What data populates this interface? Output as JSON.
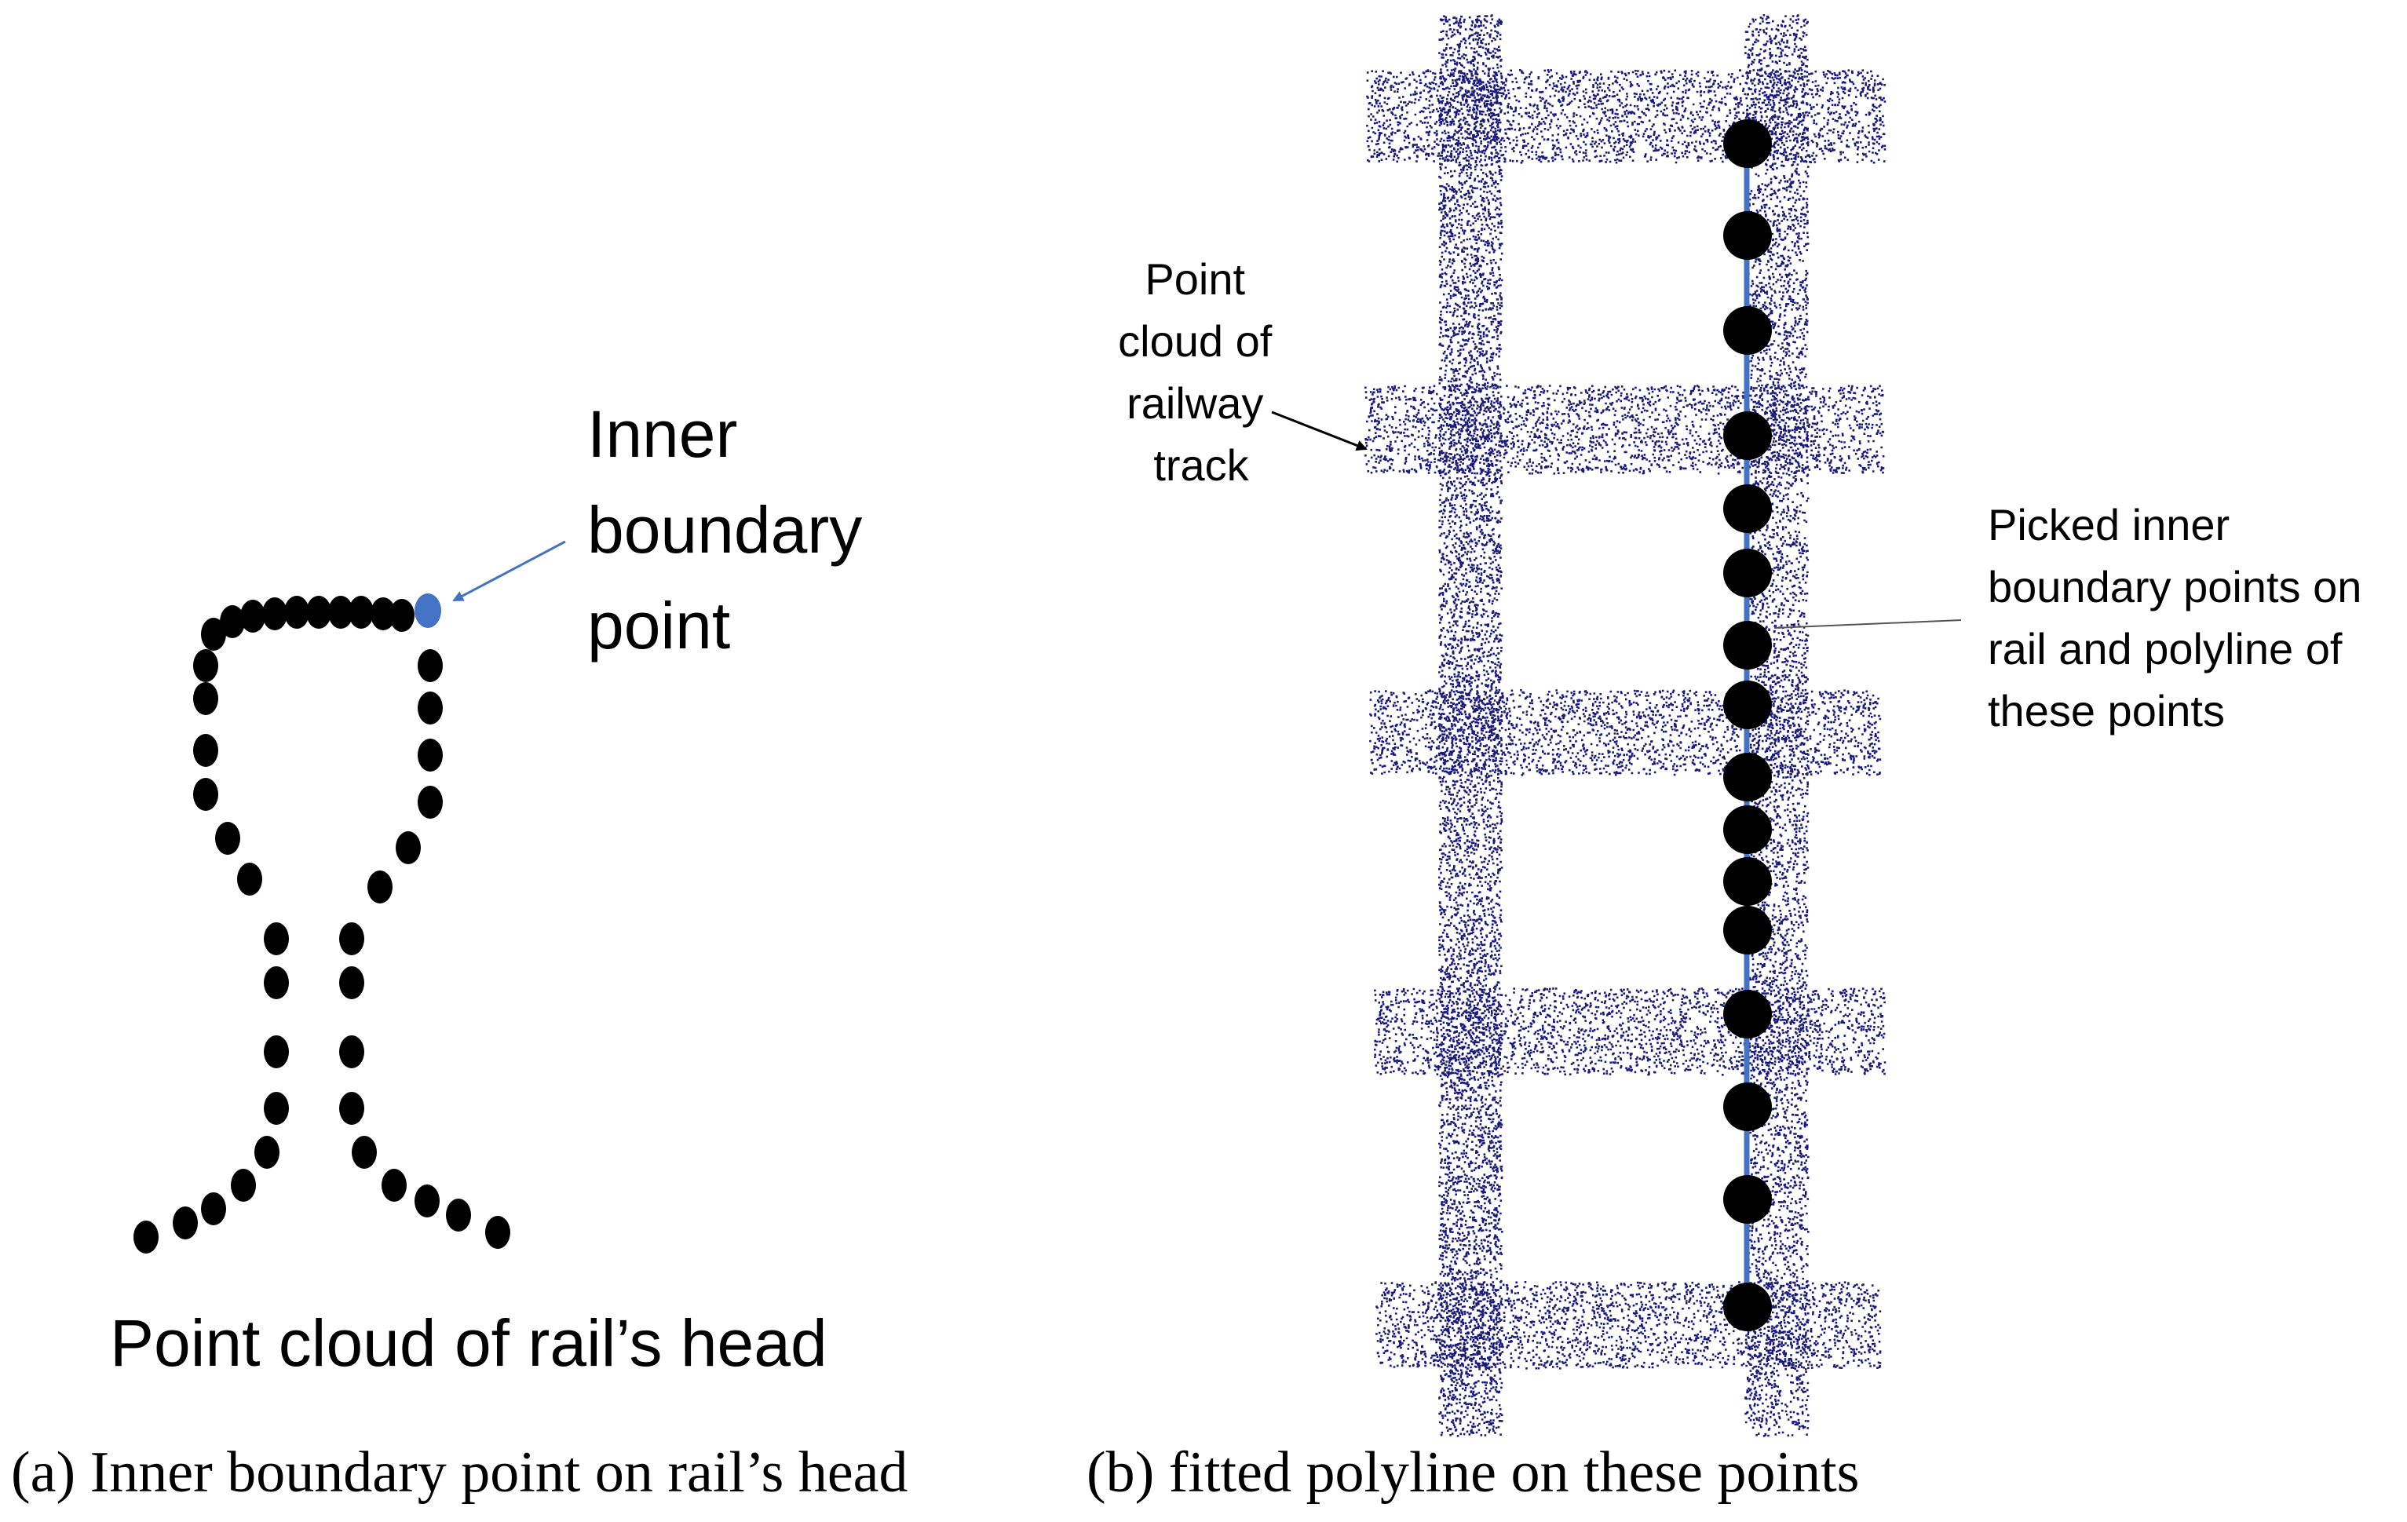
{
  "panel_a": {
    "annotation": [
      "Inner",
      "boundary",
      "point"
    ],
    "bottom_label": "Point cloud of rail’s head",
    "caption": "(a) Inner boundary point on rail’s head"
  },
  "panel_b": {
    "left_annotation": [
      "Point",
      "cloud of",
      "railway",
      "track"
    ],
    "right_annotation": [
      "Picked inner",
      "boundary points on",
      "rail and polyline of",
      "these points"
    ],
    "caption": "(b) fitted polyline on these points"
  },
  "colors": {
    "dots": "#000000",
    "highlight_point": "#4472c4",
    "arrow": "#4472c4",
    "point_cloud": "#1a1a7a",
    "polyline": "#4472c4",
    "text": "#000000"
  }
}
